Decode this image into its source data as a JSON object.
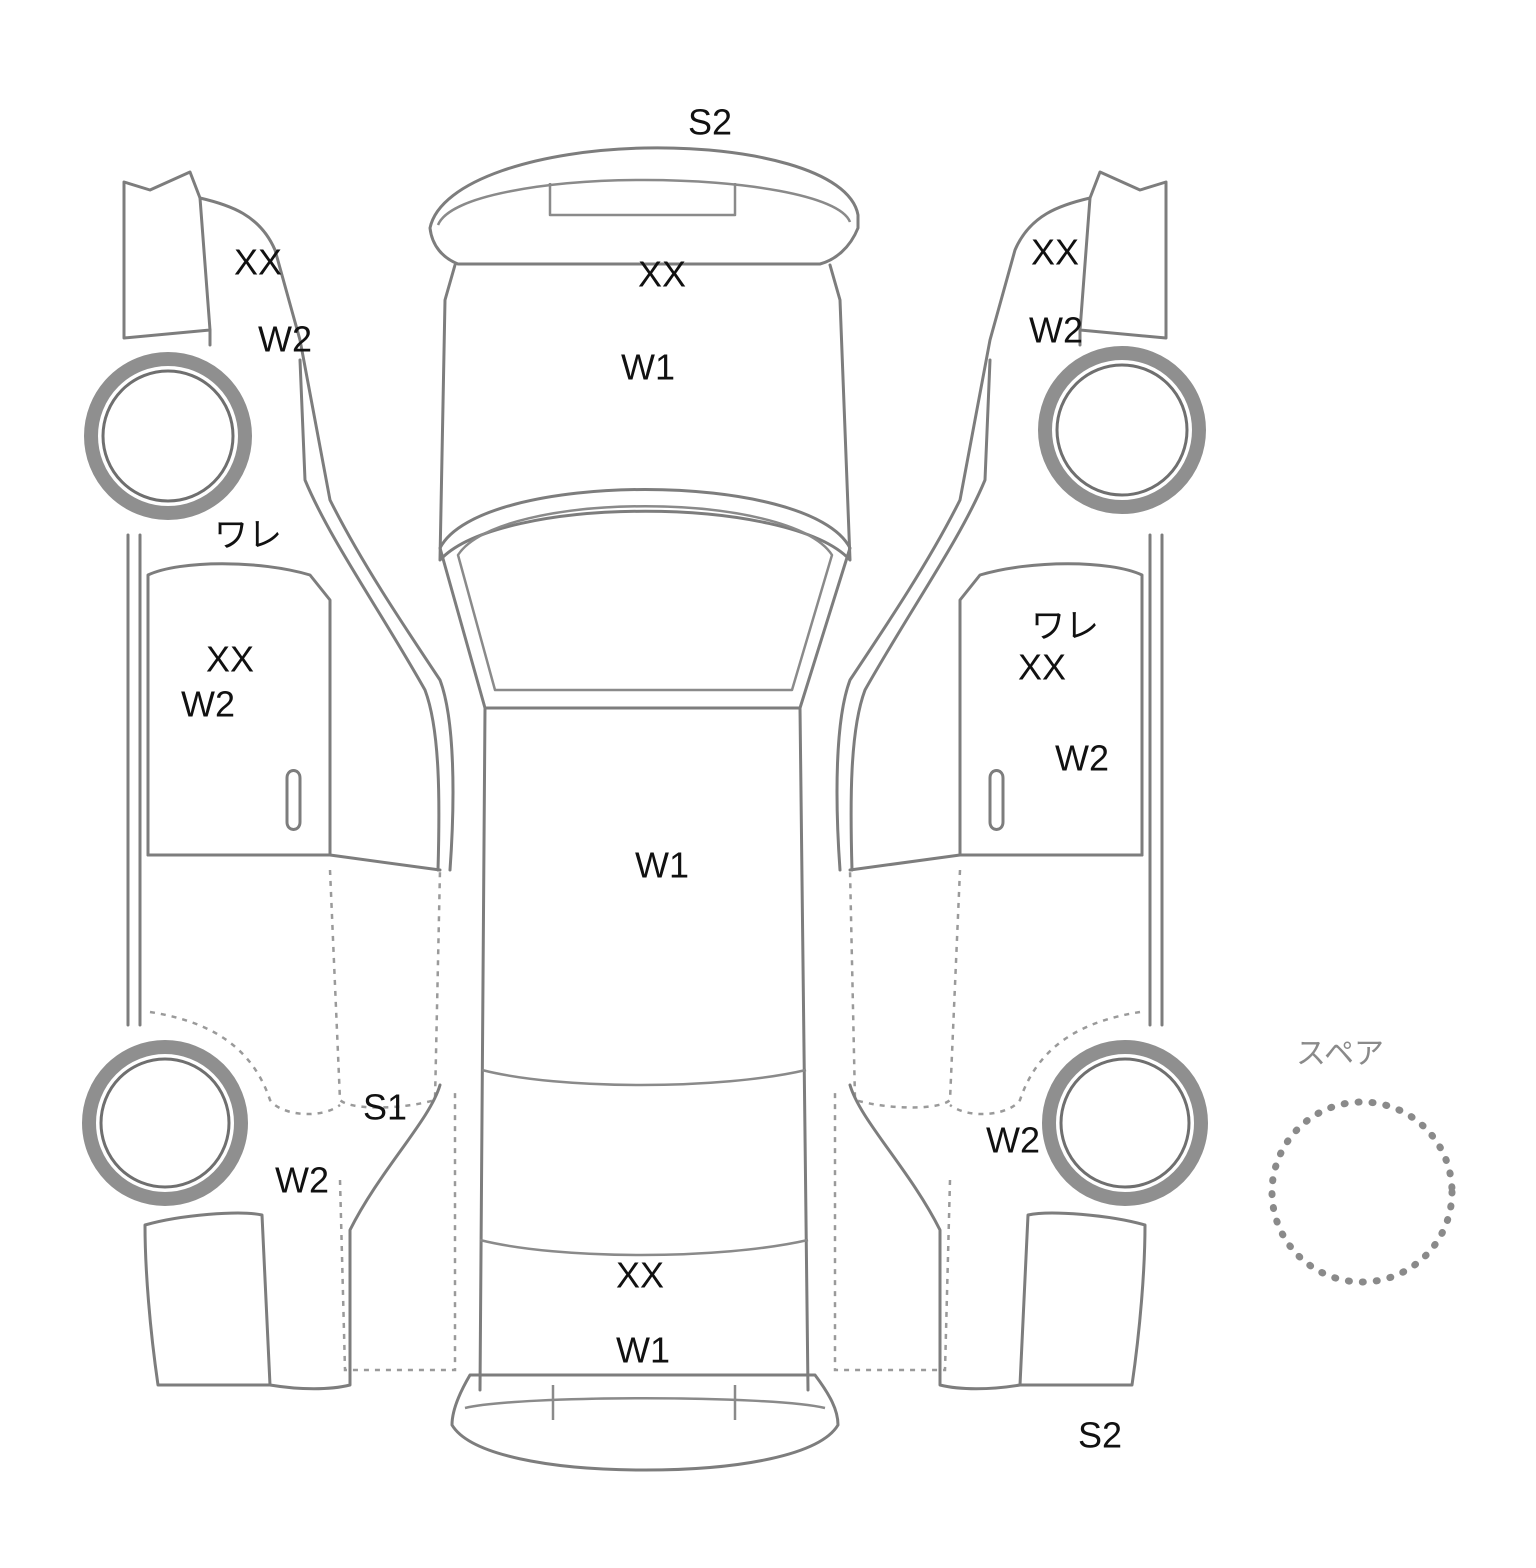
{
  "spare_label": "スペア",
  "marks": [
    {
      "id": "mark-rear-bumper-top",
      "code": "S2"
    },
    {
      "id": "mark-left-front-fender-top",
      "code": "XX"
    },
    {
      "id": "mark-left-front-fender-low",
      "code": "W2"
    },
    {
      "id": "mark-left-pillar",
      "code": "ワレ"
    },
    {
      "id": "mark-left-front-door-1",
      "code": "XX"
    },
    {
      "id": "mark-left-front-door-2",
      "code": "W2"
    },
    {
      "id": "mark-left-sill",
      "code": "S1"
    },
    {
      "id": "mark-left-rear-quarter",
      "code": "W2"
    },
    {
      "id": "mark-hood-1",
      "code": "XX"
    },
    {
      "id": "mark-hood-2",
      "code": "W1"
    },
    {
      "id": "mark-roof",
      "code": "W1"
    },
    {
      "id": "mark-trunk-1",
      "code": "XX"
    },
    {
      "id": "mark-trunk-2",
      "code": "W1"
    },
    {
      "id": "mark-right-front-fender-1",
      "code": "XX"
    },
    {
      "id": "mark-right-front-fender-2",
      "code": "W2"
    },
    {
      "id": "mark-right-pillar",
      "code": "ワレ"
    },
    {
      "id": "mark-right-front-door-1",
      "code": "XX"
    },
    {
      "id": "mark-right-front-door-2",
      "code": "W2"
    },
    {
      "id": "mark-right-rear-quarter",
      "code": "W2"
    },
    {
      "id": "mark-right-rear-bumper",
      "code": "S2"
    }
  ]
}
